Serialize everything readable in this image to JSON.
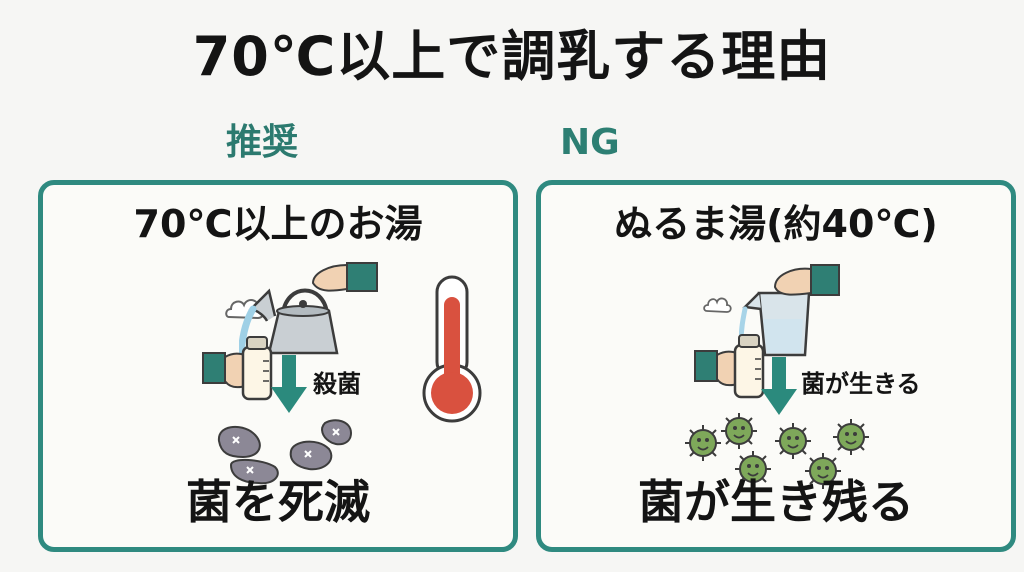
{
  "title": "70℃以上で調乳する理由",
  "recommended": {
    "label": "推奨",
    "heading": "70℃以上のお湯",
    "arrow_label": "殺菌",
    "result": "菌を死滅"
  },
  "ng": {
    "label": "NG",
    "heading": "ぬるま湯(約40℃)",
    "arrow_label": "菌が生きる",
    "result": "菌が生き残る"
  },
  "colors": {
    "frame": "#2f8a80",
    "label": "#2c7a6f",
    "arrow": "#2b8a7d",
    "thermometer_red": "#d9513f",
    "live_germ": "#7ea85a",
    "dead_germ": "#8c8896"
  },
  "icons": [
    "kettle-icon",
    "hand-icon",
    "baby-bottle-icon",
    "steam-icon",
    "thermometer-icon",
    "down-arrow-icon",
    "dead-germ-icon",
    "live-germ-icon",
    "glass-pitcher-icon"
  ]
}
